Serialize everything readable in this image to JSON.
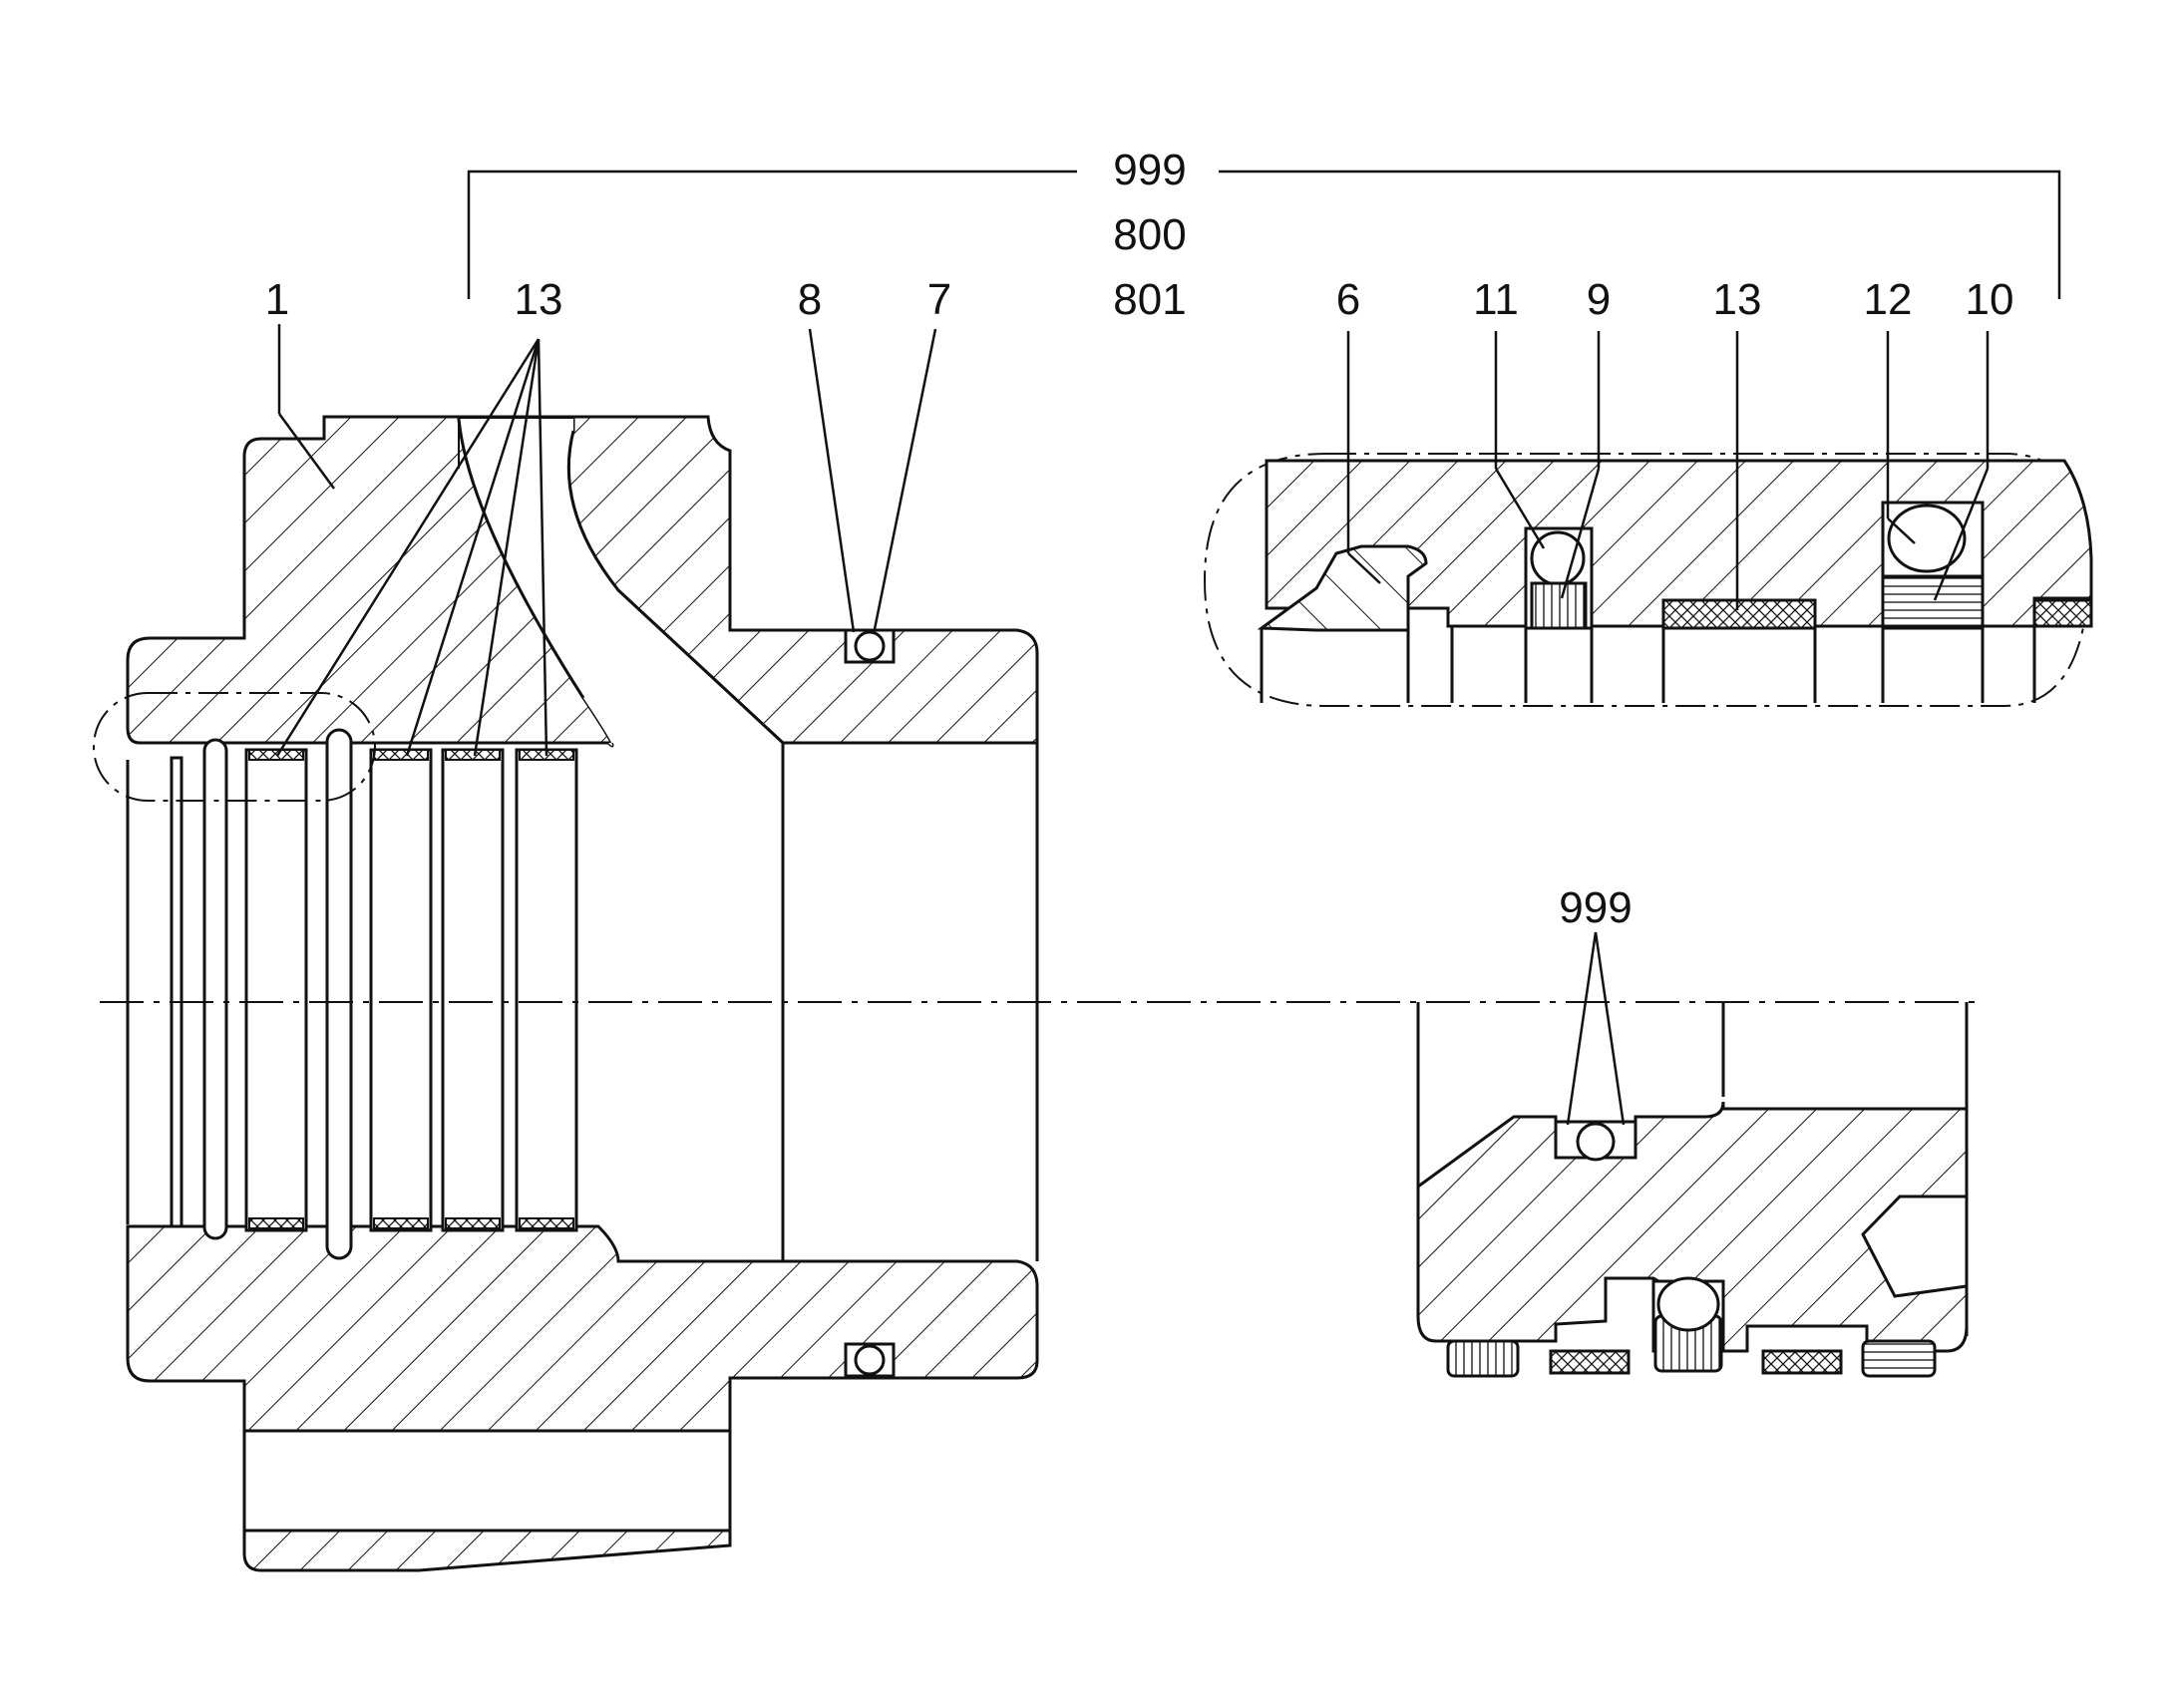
{
  "labels": {
    "top_999": "999",
    "top_800": "800",
    "top_801": "801",
    "p1": "1",
    "p13_left": "13",
    "p8": "8",
    "p7": "7",
    "p6": "6",
    "p11": "11",
    "p9": "9",
    "p13_right": "13",
    "p12": "12",
    "p10": "10",
    "p999_lower": "999"
  },
  "colors": {
    "line": "#111111",
    "background": "#ffffff"
  }
}
